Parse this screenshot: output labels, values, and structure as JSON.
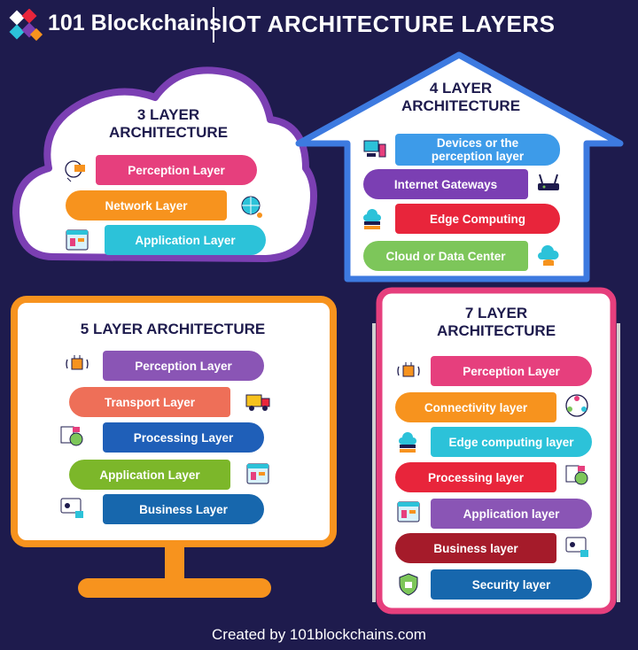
{
  "header": {
    "brand": "101 Blockchains",
    "title": "IOT ARCHITECTURE LAYERS"
  },
  "footer": {
    "text": "Created by 101blockchains.com"
  },
  "sections": {
    "three": {
      "title": "3 LAYER\nARCHITECTURE",
      "layers": [
        {
          "label": "Perception Layer",
          "color": "#e63f7d",
          "icon": "head-sensor-icon"
        },
        {
          "label": "Network Layer",
          "color": "#f7931e",
          "icon": "globe-network-icon"
        },
        {
          "label": "Application Layer",
          "color": "#2cc2d9",
          "icon": "app-window-icon"
        }
      ]
    },
    "four": {
      "title": "4 LAYER\nARCHITECTURE",
      "layers": [
        {
          "label": "Devices or the\nperception layer",
          "color": "#3d9be9",
          "icon": "devices-icon"
        },
        {
          "label": "Internet Gateways",
          "color": "#7b3fb3",
          "icon": "router-icon"
        },
        {
          "label": "Edge Computing",
          "color": "#e8253b",
          "icon": "edge-server-icon"
        },
        {
          "label": "Cloud or Data Center",
          "color": "#7dc65a",
          "icon": "cloud-database-icon"
        }
      ]
    },
    "five": {
      "title": "5 LAYER ARCHITECTURE",
      "layers": [
        {
          "label": "Perception Layer",
          "color": "#8a55b5",
          "icon": "chip-sensor-icon"
        },
        {
          "label": "Transport Layer",
          "color": "#ee6f58",
          "icon": "truck-icon"
        },
        {
          "label": "Processing Layer",
          "color": "#1f5fb8",
          "icon": "processing-icon"
        },
        {
          "label": "Application Layer",
          "color": "#7cb72a",
          "icon": "app-window-icon"
        },
        {
          "label": "Business Layer",
          "color": "#1767ad",
          "icon": "business-icon"
        }
      ]
    },
    "seven": {
      "title": "7 LAYER\nARCHITECTURE",
      "layers": [
        {
          "label": "Perception Layer",
          "color": "#e63f7d",
          "icon": "chip-sensor-icon"
        },
        {
          "label": "Connectivity layer",
          "color": "#f7931e",
          "icon": "people-network-icon"
        },
        {
          "label": "Edge computing layer",
          "color": "#2cc2d9",
          "icon": "edge-server-icon"
        },
        {
          "label": "Processing layer",
          "color": "#e8253b",
          "icon": "processing-icon"
        },
        {
          "label": "Application layer",
          "color": "#8a55b5",
          "icon": "app-window-icon"
        },
        {
          "label": "Business layer",
          "color": "#a51b2a",
          "icon": "business-icon"
        },
        {
          "label": "Security layer",
          "color": "#1767ad",
          "icon": "security-shield-icon"
        }
      ]
    }
  }
}
